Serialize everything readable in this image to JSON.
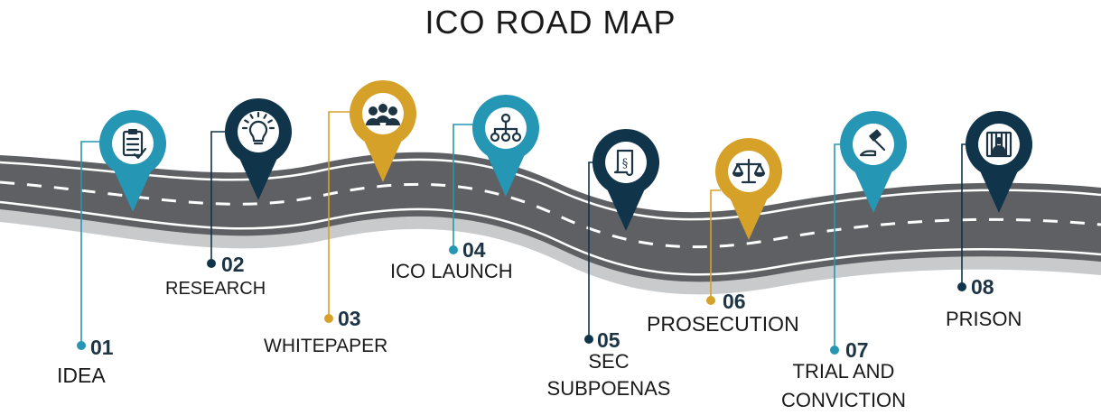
{
  "title": "ICO ROAD MAP",
  "colors": {
    "teal": "#2596b4",
    "navy": "#10344a",
    "gold": "#d6a128",
    "road": "#5f6164",
    "shoulder": "#c7c8ca"
  },
  "steps": [
    {
      "number": "01",
      "label": "IDEA",
      "color": "teal",
      "icon": "clipboard-icon"
    },
    {
      "number": "02",
      "label": "RESEARCH",
      "color": "navy",
      "icon": "lightbulb-icon"
    },
    {
      "number": "03",
      "label": "WHITEPAPER",
      "color": "gold",
      "icon": "team-icon"
    },
    {
      "number": "04",
      "label": "ICO LAUNCH",
      "color": "teal",
      "icon": "network-icon"
    },
    {
      "number": "05",
      "label_line1": "SEC",
      "label_line2": "SUBPOENAS",
      "color": "navy",
      "icon": "legal-document-icon"
    },
    {
      "number": "06",
      "label": "PROSECUTION",
      "color": "gold",
      "icon": "scales-icon"
    },
    {
      "number": "07",
      "label_line1": "TRIAL AND",
      "label_line2": "CONVICTION",
      "color": "teal",
      "icon": "gavel-icon"
    },
    {
      "number": "08",
      "label": "PRISON",
      "color": "navy",
      "icon": "prison-icon"
    }
  ]
}
